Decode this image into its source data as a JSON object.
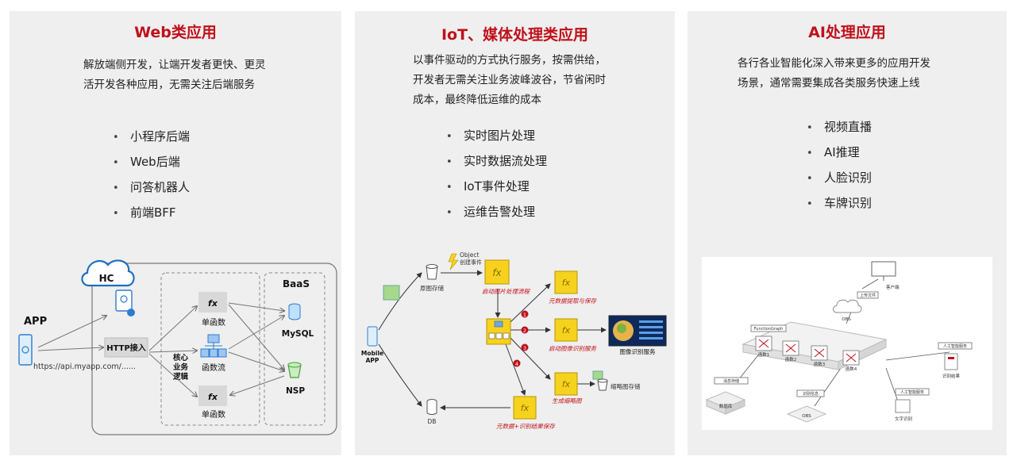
{
  "panels": {
    "web": {
      "title": "Web类应用",
      "description_lines": [
        "解放端侧开发，让端开发者更快、更灵",
        "活开发各种应用，无需关注后端服务"
      ],
      "items": [
        "小程序后端",
        "Web后端",
        "问答机器人",
        "前端BFF"
      ]
    },
    "iot": {
      "title": "IoT、媒体处理类应用",
      "description_lines": [
        "以事件驱动的方式执行服务，按需供给，",
        "开发者无需关注业务波峰波谷，节省闲时",
        "成本，最终降低运维的成本"
      ],
      "items": [
        "实时图片处理",
        "实时数据流处理",
        "IoT事件处理",
        "运维告警处理"
      ]
    },
    "ai": {
      "title": "AI处理应用",
      "description_lines": [
        "各行各业智能化深入带来更多的应用开发",
        "场景，通常需要集成各类服务快速上线"
      ],
      "items": [
        "视频直播",
        "AI推理",
        "人脸识别",
        "车牌识别"
      ]
    }
  },
  "web_diagram": {
    "hc": "HC",
    "app": "APP",
    "http": "HTTP接入",
    "url": "https://api.myapp.com/......",
    "core_logic": [
      "核心",
      "业务",
      "逻辑"
    ],
    "fx": "fx",
    "single_func": "单函数",
    "func_flow": "函数流",
    "baas": "BaaS",
    "mysql": "MySQL",
    "nsp": "NSP"
  },
  "iot_diagram": {
    "object_event": [
      "Object",
      "创建事件"
    ],
    "orig_storage": "原图存储",
    "mobile_app": [
      "Mobile",
      "APP"
    ],
    "db": "DB",
    "red_labels": [
      "启动图片处理流程",
      "元数据提取与保存",
      "启动图像识别服务",
      "生成缩略图",
      "元数据+识别结果保存"
    ],
    "recog_service": "图像识别服务",
    "thumb_storage": "缩略图存储",
    "step_numbers": [
      "1",
      "2",
      "3",
      "4"
    ]
  },
  "ai_diagram": {
    "labels": [
      "客户端",
      "上传文件",
      "OBS",
      "FunctionGraph",
      "函数1",
      "函数2",
      "函数3",
      "函数4",
      "人工智能服务",
      "识别结果",
      "消息存储",
      "数据库",
      "识别信息",
      "OBS",
      "人工智能服务",
      "文字识别"
    ]
  },
  "colors": {
    "accent": "#c0101a",
    "panel_bg": "#efefef",
    "fn_yellow": "#f6d21e"
  }
}
